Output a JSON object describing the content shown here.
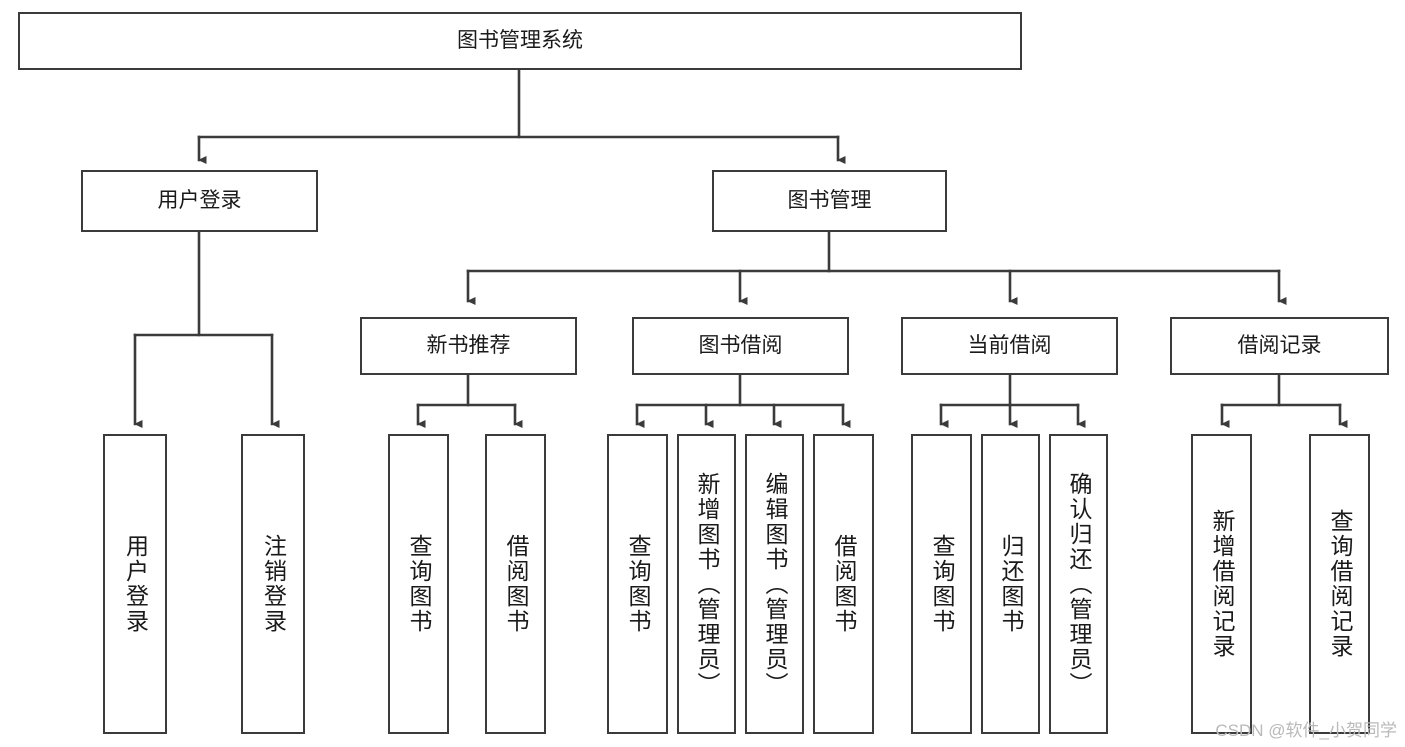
{
  "diagram": {
    "title_node": {
      "id": "root",
      "label": "图书管理系统"
    },
    "level1": [
      {
        "id": "user-login",
        "label": "用户登录"
      },
      {
        "id": "book-manage",
        "label": "图书管理"
      }
    ],
    "level2": [
      {
        "id": "new-book-recommend",
        "label": "新书推荐"
      },
      {
        "id": "book-borrow",
        "label": "图书借阅"
      },
      {
        "id": "current-borrow",
        "label": "当前借阅"
      },
      {
        "id": "borrow-record",
        "label": "借阅记录"
      }
    ],
    "leaves": [
      {
        "id": "leaf-user-login",
        "label": "用户登录",
        "parent": "user-login"
      },
      {
        "id": "leaf-logout-login",
        "label": "注销登录",
        "parent": "user-login"
      },
      {
        "id": "leaf-query-book-1",
        "label": "查询图书",
        "parent": "new-book-recommend"
      },
      {
        "id": "leaf-borrow-book-1",
        "label": "借阅图书",
        "parent": "new-book-recommend"
      },
      {
        "id": "leaf-query-book-2",
        "label": "查询图书",
        "parent": "book-borrow"
      },
      {
        "id": "leaf-add-book",
        "label": "新增图书（管理员）",
        "parent": "book-borrow"
      },
      {
        "id": "leaf-edit-book",
        "label": "编辑图书（管理员）",
        "parent": "book-borrow"
      },
      {
        "id": "leaf-borrow-book-2",
        "label": "借阅图书",
        "parent": "book-borrow"
      },
      {
        "id": "leaf-query-book-3",
        "label": "查询图书",
        "parent": "current-borrow"
      },
      {
        "id": "leaf-return-book",
        "label": "归还图书",
        "parent": "current-borrow"
      },
      {
        "id": "leaf-confirm-return",
        "label": "确认归还（管理员）",
        "parent": "current-borrow"
      },
      {
        "id": "leaf-add-record",
        "label": "新增借阅记录",
        "parent": "borrow-record"
      },
      {
        "id": "leaf-query-record",
        "label": "查询借阅记录",
        "parent": "borrow-record"
      }
    ],
    "colors": {
      "border": "#3b3b3b",
      "text": "#1a1a1a",
      "background": "#ffffff",
      "watermark": "#b9b9b9"
    }
  },
  "watermark": {
    "text": "CSDN @软件_小贺同学"
  }
}
